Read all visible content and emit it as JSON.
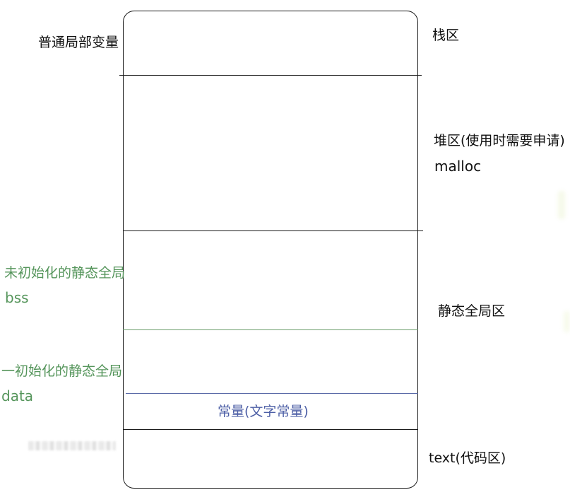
{
  "diagram": {
    "regions": {
      "stack": {
        "right_label": "栈区",
        "left_label": "普通局部变量"
      },
      "heap": {
        "right_label": "堆区(使用时需要申请)",
        "right_sublabel": "malloc"
      },
      "bss": {
        "left_label": "未初始化的静态全局",
        "left_sublabel": "bss"
      },
      "static_global": {
        "right_label": "静态全局区"
      },
      "data": {
        "left_label": "一初始化的静态全局",
        "left_sublabel": "data"
      },
      "constant": {
        "center_label": "常量(文字常量)"
      },
      "text": {
        "right_label": "text(代码区)"
      }
    },
    "colors": {
      "outline": "#1a1a1a",
      "green_annotation": "#55955b",
      "blue_annotation": "#4d5fa6"
    }
  }
}
